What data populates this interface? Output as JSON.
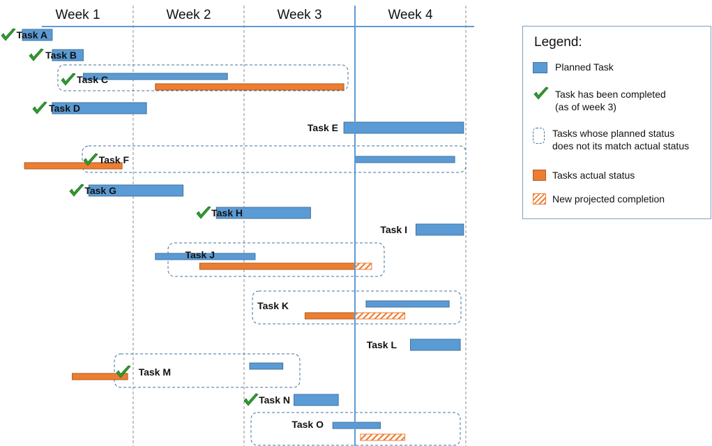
{
  "weeks": [
    "Week 1",
    "Week 2",
    "Week 3",
    "Week 4"
  ],
  "current_week": 3,
  "colors": {
    "planned": "#5b9bd5",
    "planned_border": "#41719c",
    "actual": "#ed7d31",
    "actual_border": "#ae5a21",
    "check": "#2e9e2e",
    "dashed_box": "#41719c",
    "grid": "#8a8a8a",
    "axis": "#5b9bd5"
  },
  "tasks": [
    {
      "label": "Task A",
      "completed": true,
      "mismatch": false,
      "planned": [
        0.0,
        0.27
      ]
    },
    {
      "label": "Task B",
      "completed": true,
      "mismatch": false,
      "planned": [
        0.27,
        0.55
      ]
    },
    {
      "label": "Task C",
      "completed": true,
      "mismatch": true,
      "planned": [
        0.55,
        1.85
      ],
      "actual": [
        1.2,
        2.9
      ]
    },
    {
      "label": "Task D",
      "completed": true,
      "mismatch": false,
      "planned": [
        0.27,
        1.12
      ]
    },
    {
      "label": "Task E",
      "completed": false,
      "mismatch": false,
      "planned": [
        2.9,
        3.98
      ]
    },
    {
      "label": "Task F",
      "completed": true,
      "mismatch": true,
      "planned": [
        3.0,
        3.9
      ],
      "actual": [
        0.02,
        0.9
      ]
    },
    {
      "label": "Task G",
      "completed": true,
      "mismatch": false,
      "planned": [
        0.6,
        1.45
      ]
    },
    {
      "label": "Task H",
      "completed": true,
      "mismatch": false,
      "planned": [
        1.75,
        2.6
      ]
    },
    {
      "label": "Task I",
      "completed": false,
      "mismatch": false,
      "planned": [
        3.55,
        3.98
      ]
    },
    {
      "label": "Task J",
      "completed": false,
      "mismatch": true,
      "planned": [
        1.2,
        2.1
      ],
      "actual": [
        1.6,
        3.0
      ],
      "projected": [
        3.0,
        3.15
      ]
    },
    {
      "label": "Task K",
      "completed": false,
      "mismatch": true,
      "planned": [
        3.1,
        3.85
      ],
      "actual": [
        2.55,
        3.0
      ],
      "projected": [
        3.0,
        3.45
      ]
    },
    {
      "label": "Task L",
      "completed": false,
      "mismatch": false,
      "planned": [
        3.5,
        3.95
      ]
    },
    {
      "label": "Task M",
      "completed": true,
      "mismatch": true,
      "planned": [
        2.05,
        2.35
      ],
      "actual": [
        0.45,
        0.95
      ]
    },
    {
      "label": "Task N",
      "completed": true,
      "mismatch": false,
      "planned": [
        2.45,
        2.85
      ]
    },
    {
      "label": "Task O",
      "completed": false,
      "mismatch": true,
      "planned": [
        2.8,
        3.23
      ],
      "actual": [
        3.05,
        3.45
      ],
      "actual_kind": "projected"
    }
  ],
  "legend": {
    "title": "Legend:",
    "items": [
      {
        "icon": "planned-swatch",
        "text": "Planned Task"
      },
      {
        "icon": "check-icon",
        "text": "Task has been completed\n(as of week 3)"
      },
      {
        "icon": "dashed-box-swatch",
        "text": "Tasks whose planned status\ndoes not its match actual status"
      },
      {
        "icon": "actual-swatch",
        "text": "Tasks actual status"
      },
      {
        "icon": "projected-swatch",
        "text": "New projected completion"
      }
    ]
  }
}
